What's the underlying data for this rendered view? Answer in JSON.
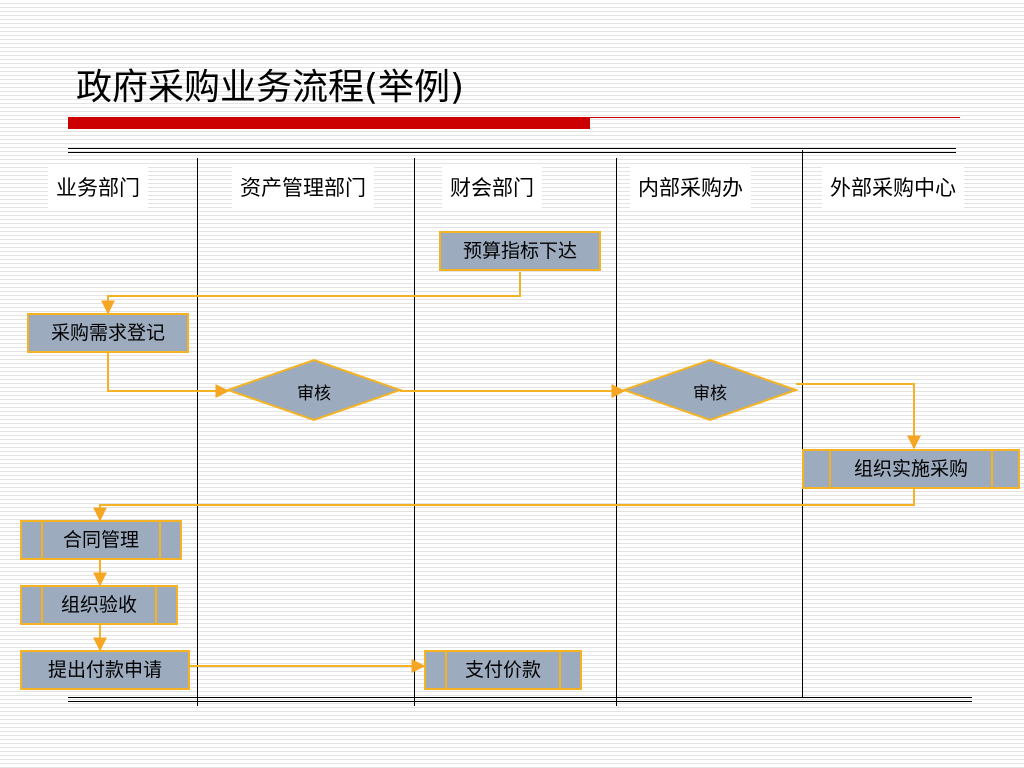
{
  "title": "政府采购业务流程(举例)",
  "lanes": [
    "业务部门",
    "资产管理部门",
    "财会部门",
    "内部采购办",
    "外部采购中心"
  ],
  "steps": {
    "budget": "预算指标下达",
    "request": "采购需求登记",
    "review1": "审核",
    "review2": "审核",
    "procure": "组织实施采购",
    "contract": "合同管理",
    "accept": "组织验收",
    "apply": "提出付款申请",
    "pay": "支付价款"
  },
  "colors": {
    "box_fill": "#9dabbf",
    "box_border": "#f5b324",
    "arrow": "#f5b324",
    "accent_red": "#cc0000"
  }
}
